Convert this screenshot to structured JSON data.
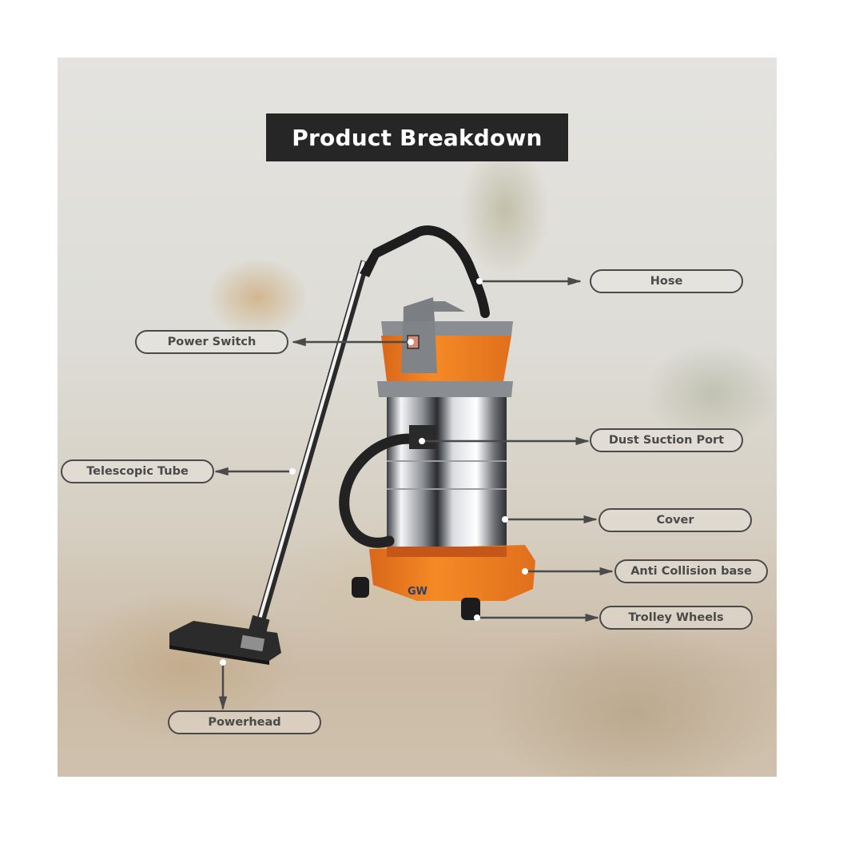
{
  "header": {
    "title": "Product Breakdown"
  },
  "labels": [
    {
      "id": "hose",
      "text": "Hose"
    },
    {
      "id": "power-switch",
      "text": "Power Switch"
    },
    {
      "id": "dust-suction-port",
      "text": "Dust Suction Port"
    },
    {
      "id": "telescopic-tube",
      "text": "Telescopic Tube"
    },
    {
      "id": "cover",
      "text": "Cover"
    },
    {
      "id": "anti-collision-base",
      "text": "Anti Collision base"
    },
    {
      "id": "trolley-wheels",
      "text": "Trolley Wheels"
    },
    {
      "id": "powerhead",
      "text": "Powerhead"
    }
  ],
  "product": {
    "type": "wet and dry vacuum cleaner",
    "brand_logo": "GW",
    "colors": {
      "accent": "#f07f1e",
      "body_gray": "#8a8d90",
      "hose": "#222222",
      "steel": "#c8ccd0"
    }
  },
  "colors": {
    "title_bg": "#262626",
    "title_text": "#ffffff",
    "label_border": "#4a4a4a",
    "label_text": "#4a4a4a",
    "pointer": "#4a4a4a"
  }
}
